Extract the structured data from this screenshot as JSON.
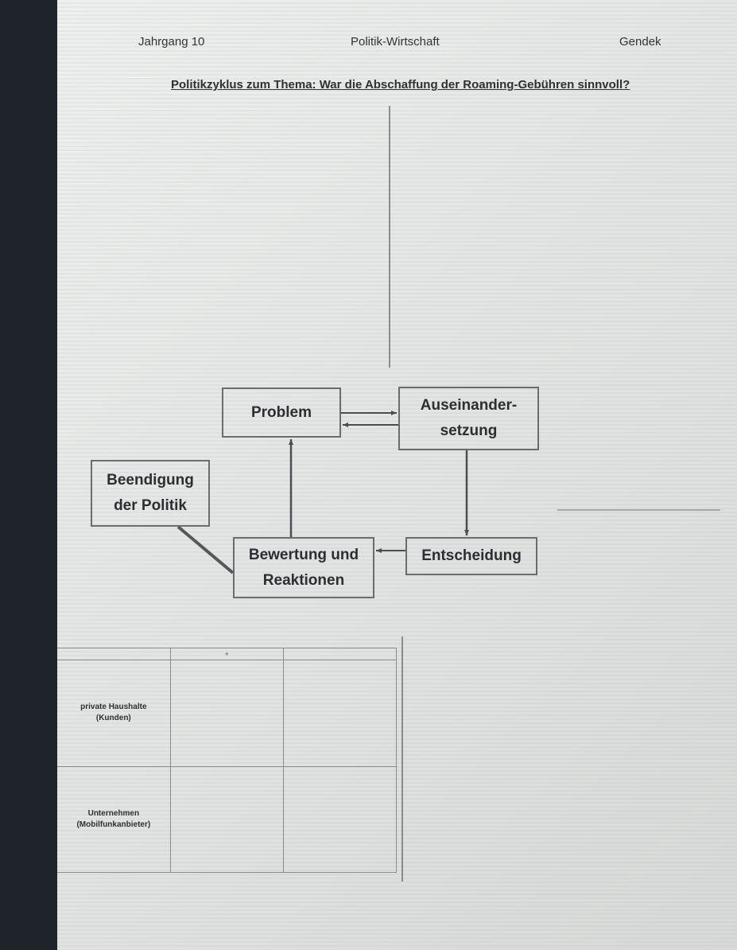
{
  "header": {
    "grade": "Jahrgang 10",
    "subject": "Politik-Wirtschaft",
    "teacher": "Gendek"
  },
  "title": "Politikzyklus zum Thema: War die Abschaffung der Roaming-Gebühren sinnvoll?",
  "cycle": {
    "problem": "Problem",
    "auseinandersetzung": [
      "Auseinander-",
      "setzung"
    ],
    "entscheidung": "Entscheidung",
    "bewertung": [
      "Bewertung und",
      "Reaktionen"
    ],
    "beendigung": [
      "Beendigung",
      "der Politik"
    ]
  },
  "table": {
    "header_mark": "+",
    "rows": [
      {
        "label_line1": "private Haushalte",
        "label_line2": "(Kunden)"
      },
      {
        "label_line1": "Unternehmen",
        "label_line2": "(Mobilfunkanbieter)"
      }
    ]
  }
}
